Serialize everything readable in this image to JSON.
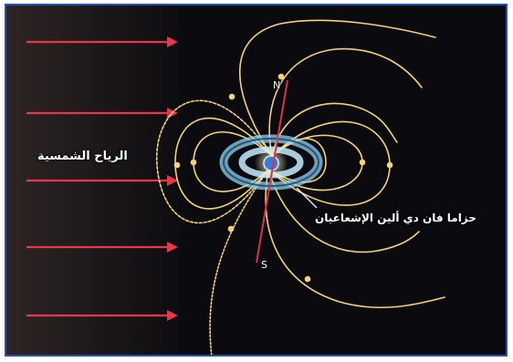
{
  "labels": {
    "solar_wind": "الرياح الشمسية",
    "van_allen_belts": "حزاما فان دي ألين الإشعاعيان",
    "north_pole": "N",
    "south_pole": "S"
  },
  "colors": {
    "background": "#0b0b0f",
    "frame_border": "#2b4fb0",
    "wind_arrows": "#e8364a",
    "field_lines": "#f3d27a",
    "axis_line": "#d8324c",
    "belts": "#8fd3f0",
    "earth": "#3a7bd5"
  },
  "icons": {
    "solar_wind_arrow": "arrow-right-icon",
    "earth": "earth-icon"
  }
}
